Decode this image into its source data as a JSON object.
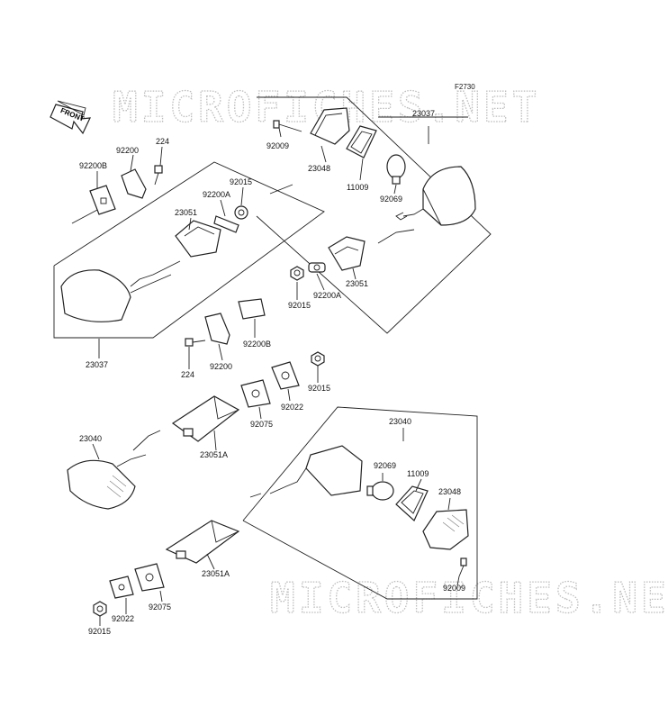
{
  "diagram": {
    "figure_code": "F2730",
    "direction_label": "FRONT",
    "watermark": "MICROFICHES.NET",
    "part_labels": {
      "p224_top": "224",
      "p92200_top": "92200",
      "p92200B_top": "92200B",
      "p92200A_top": "92200A",
      "p92015_top": "92015",
      "p23051_top": "23051",
      "p23037_left": "23037",
      "p92009_top": "92009",
      "p23048_top": "23048",
      "p11009_top": "11009",
      "p92069_top": "92069",
      "p23037_right": "23037",
      "p92015_mid_right": "92015",
      "p92200A_mid": "92200A",
      "p23051_mid": "23051",
      "p92200B_mid": "92200B",
      "p224_mid": "224",
      "p92200_mid": "92200",
      "p92015_mid": "92015",
      "p92022_mid": "92022",
      "p92075_mid": "92075",
      "p23051A_mid": "23051A",
      "p23040_left": "23040",
      "p23040_right": "23040",
      "p92069_low": "92069",
      "p11009_low": "11009",
      "p23048_low": "23048",
      "p92009_low": "92009",
      "p23051A_low": "23051A",
      "p92022_low": "92022",
      "p92075_low": "92075",
      "p92015_low": "92015"
    }
  }
}
